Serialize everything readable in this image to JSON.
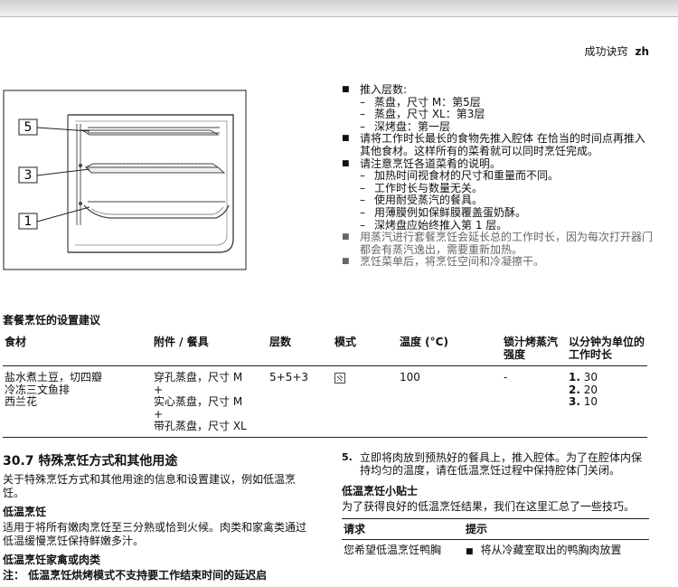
{
  "header": {
    "section": "成功诀窍",
    "lang": "zh"
  },
  "diagram": {
    "levels": [
      "5",
      "3",
      "1"
    ]
  },
  "bullets_top": [
    {
      "type": "b",
      "text": "推入层数:"
    },
    {
      "type": "d",
      "text": "蒸盘，尺寸 M：第5层"
    },
    {
      "type": "d",
      "text": "蒸盘，尺寸 XL：第3层"
    },
    {
      "type": "d",
      "text": "深烤盘：第一层"
    },
    {
      "type": "b",
      "text": "请将工作时长最长的食物先推入腔体 在恰当的时间点再推入其他食材。这样所有的菜肴就可以同时烹饪完成。"
    },
    {
      "type": "b",
      "text": "请注意烹饪各道菜肴的说明。"
    },
    {
      "type": "d",
      "text": "加热时间视食材的尺寸和重量而不同。"
    },
    {
      "type": "d",
      "text": "工作时长与数量无关。"
    },
    {
      "type": "d",
      "text": "使用耐受蒸汽的餐具。"
    },
    {
      "type": "d",
      "text": "用薄膜例如保鲜膜覆盖蛋奶酥。"
    },
    {
      "type": "d",
      "text": "深烤盘应始终推入第 1 层。"
    },
    {
      "type": "b",
      "text": "用蒸汽进行套餐烹饪会延长总的工作时长，因为每次打开器门都会有蒸汽逸出，需要重新加热。"
    },
    {
      "type": "b",
      "text": "烹饪菜单后，将烹饪空间和冷凝擦干。"
    }
  ],
  "setting_table": {
    "title": "套餐烹饪的设置建议",
    "headers": [
      "食材",
      "附件 / 餐具",
      "层数",
      "模式",
      "温度 (°C)",
      "锁汁烤蒸汽强度",
      "以分钟为单位的工作时长"
    ],
    "row": {
      "food": [
        "盐水煮土豆，切四瓣",
        "冷冻三文鱼排",
        "西兰花"
      ],
      "accessory": [
        "穿孔蒸盘，尺寸 M",
        "+",
        "实心蒸盘，尺寸 M",
        "+",
        "带孔蒸盘，尺寸 XL"
      ],
      "levels": "5+5+3",
      "mode_icon": "steam-mode-icon",
      "temperature": "100",
      "steam": "-",
      "durations": [
        {
          "n": "1.",
          "v": "30"
        },
        {
          "n": "2.",
          "v": "20"
        },
        {
          "n": "3.",
          "v": "10"
        }
      ]
    }
  },
  "section_30_7": {
    "title": "30.7 特殊烹饪方式和其他用途",
    "intro": "关于特殊烹饪方式和其他用途的信息和设置建议，例如低温烹饪。",
    "low_temp_title": "低温烹饪",
    "low_temp_text": "适用于将所有嫩肉烹饪至三分熟或恰到火候。肉类和家禽类通过低温缓慢烹饪保持鲜嫩多汁。",
    "poultry_title": "低温烹饪家禽或肉类",
    "note": "注： 低温烹饪烘烤模式不支持要工作结束时间的延迟启"
  },
  "right_col": {
    "step_num": "5.",
    "step_text": "立即将肉放到预热好的餐具上，推入腔体。为了在腔体内保持均匀的温度，请在低温烹饪过程中保持腔体门关闭。",
    "tips_title": "低温烹饪小贴士",
    "tips_intro": "为了获得良好的低温烹饪结果，我们在这里汇总了一些技巧。",
    "tips_headers": [
      "请求",
      "提示"
    ],
    "tips_row": [
      "您希望低温烹饪鸭胸",
      "将从冷藏室取出的鸭胸肉放置"
    ]
  }
}
